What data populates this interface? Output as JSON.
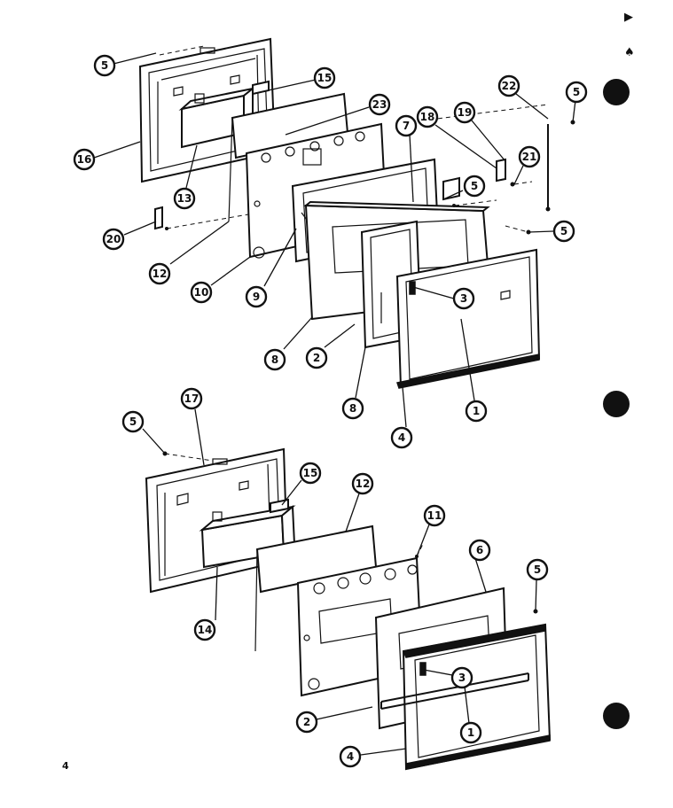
{
  "page": {
    "number": "4"
  },
  "corner_marks": [
    "▶",
    "♠"
  ],
  "callouts": {
    "upper": [
      {
        "id": "u5a",
        "label": "5"
      },
      {
        "id": "u15",
        "label": "15"
      },
      {
        "id": "u23",
        "label": "23"
      },
      {
        "id": "u16",
        "label": "16"
      },
      {
        "id": "u13",
        "label": "13"
      },
      {
        "id": "u7",
        "label": "7"
      },
      {
        "id": "u18",
        "label": "18"
      },
      {
        "id": "u19",
        "label": "19"
      },
      {
        "id": "u22",
        "label": "22"
      },
      {
        "id": "u5b",
        "label": "5"
      },
      {
        "id": "u21",
        "label": "21"
      },
      {
        "id": "u5c",
        "label": "5"
      },
      {
        "id": "u5d",
        "label": "5"
      },
      {
        "id": "u20",
        "label": "20"
      },
      {
        "id": "u12",
        "label": "12"
      },
      {
        "id": "u10",
        "label": "10"
      },
      {
        "id": "u9",
        "label": "9"
      },
      {
        "id": "u3",
        "label": "3"
      },
      {
        "id": "u8a",
        "label": "8"
      },
      {
        "id": "u2",
        "label": "2"
      },
      {
        "id": "u1",
        "label": "1"
      },
      {
        "id": "u8b",
        "label": "8"
      },
      {
        "id": "u4",
        "label": "4"
      }
    ],
    "lower": [
      {
        "id": "l17",
        "label": "17"
      },
      {
        "id": "l5a",
        "label": "5"
      },
      {
        "id": "l15",
        "label": "15"
      },
      {
        "id": "l12",
        "label": "12"
      },
      {
        "id": "l11",
        "label": "11"
      },
      {
        "id": "l6",
        "label": "6"
      },
      {
        "id": "l5b",
        "label": "5"
      },
      {
        "id": "l14",
        "label": "14"
      },
      {
        "id": "l3",
        "label": "3"
      },
      {
        "id": "l2",
        "label": "2"
      },
      {
        "id": "l1",
        "label": "1"
      },
      {
        "id": "l4",
        "label": "4"
      }
    ]
  }
}
